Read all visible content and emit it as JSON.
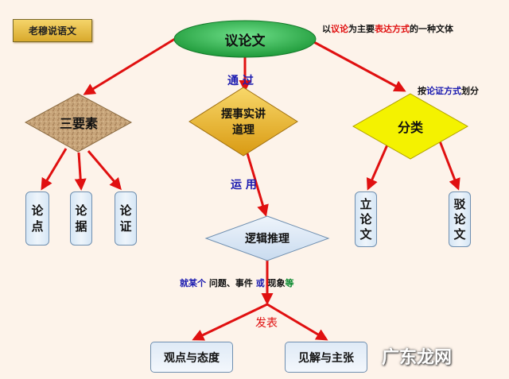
{
  "brand_label": "老穆说语文",
  "root": {
    "label": "议论文"
  },
  "definition": {
    "prefix": "以",
    "emph1": "议论",
    "middle": "为主要",
    "emph2": "表达方式",
    "suffix": "的一种文体"
  },
  "edge_labels": {
    "through": "通  过",
    "use": "运  用",
    "classify": {
      "prefix": "按",
      "emph": "论证方式",
      "suffix": "划分"
    },
    "publish": "发表"
  },
  "elements": {
    "label": "三要素",
    "items": [
      "论点",
      "论据",
      "论证"
    ]
  },
  "method": {
    "label": "摆事实讲道理"
  },
  "reasoning": {
    "label": "逻辑推理"
  },
  "scope": {
    "p1": "就某个",
    "p2": "问题、事件",
    "p3": "或",
    "p4": "现象",
    "p5": "等"
  },
  "outputs": [
    "观点与态度",
    "见解与主张"
  ],
  "types": {
    "label": "分类",
    "items": [
      "立论文",
      "驳论文"
    ]
  },
  "watermark": "广东龙网",
  "colors": {
    "root_fill": "#2eb24a",
    "arrow": "#e01010",
    "blue_text": "#1a1ab0",
    "red_text": "#e01010",
    "green_text": "#0b8a30",
    "yellow_fill": "#f4f200"
  }
}
